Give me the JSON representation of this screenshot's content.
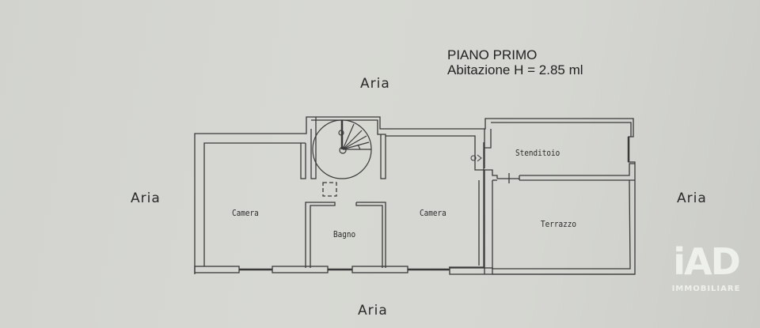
{
  "title": {
    "line1": "PIANO PRIMO",
    "line2": "Abitazione H = 2.85 ml"
  },
  "surroundings": {
    "top": "Aria",
    "left": "Aria",
    "right": "Aria",
    "bottom": "Aria"
  },
  "rooms": [
    {
      "id": "camera-left",
      "label": "Camera"
    },
    {
      "id": "bagno",
      "label": "Bagno"
    },
    {
      "id": "camera-right",
      "label": "Camera"
    },
    {
      "id": "stenditoio",
      "label": "Stenditoio"
    },
    {
      "id": "terrazzo",
      "label": "Terrazzo"
    }
  ],
  "features": {
    "spiral_staircase": "spiral-staircase",
    "skylight": "dashed-square"
  },
  "logo": {
    "mark": "iAD",
    "text": "IMMOBILIARE"
  }
}
